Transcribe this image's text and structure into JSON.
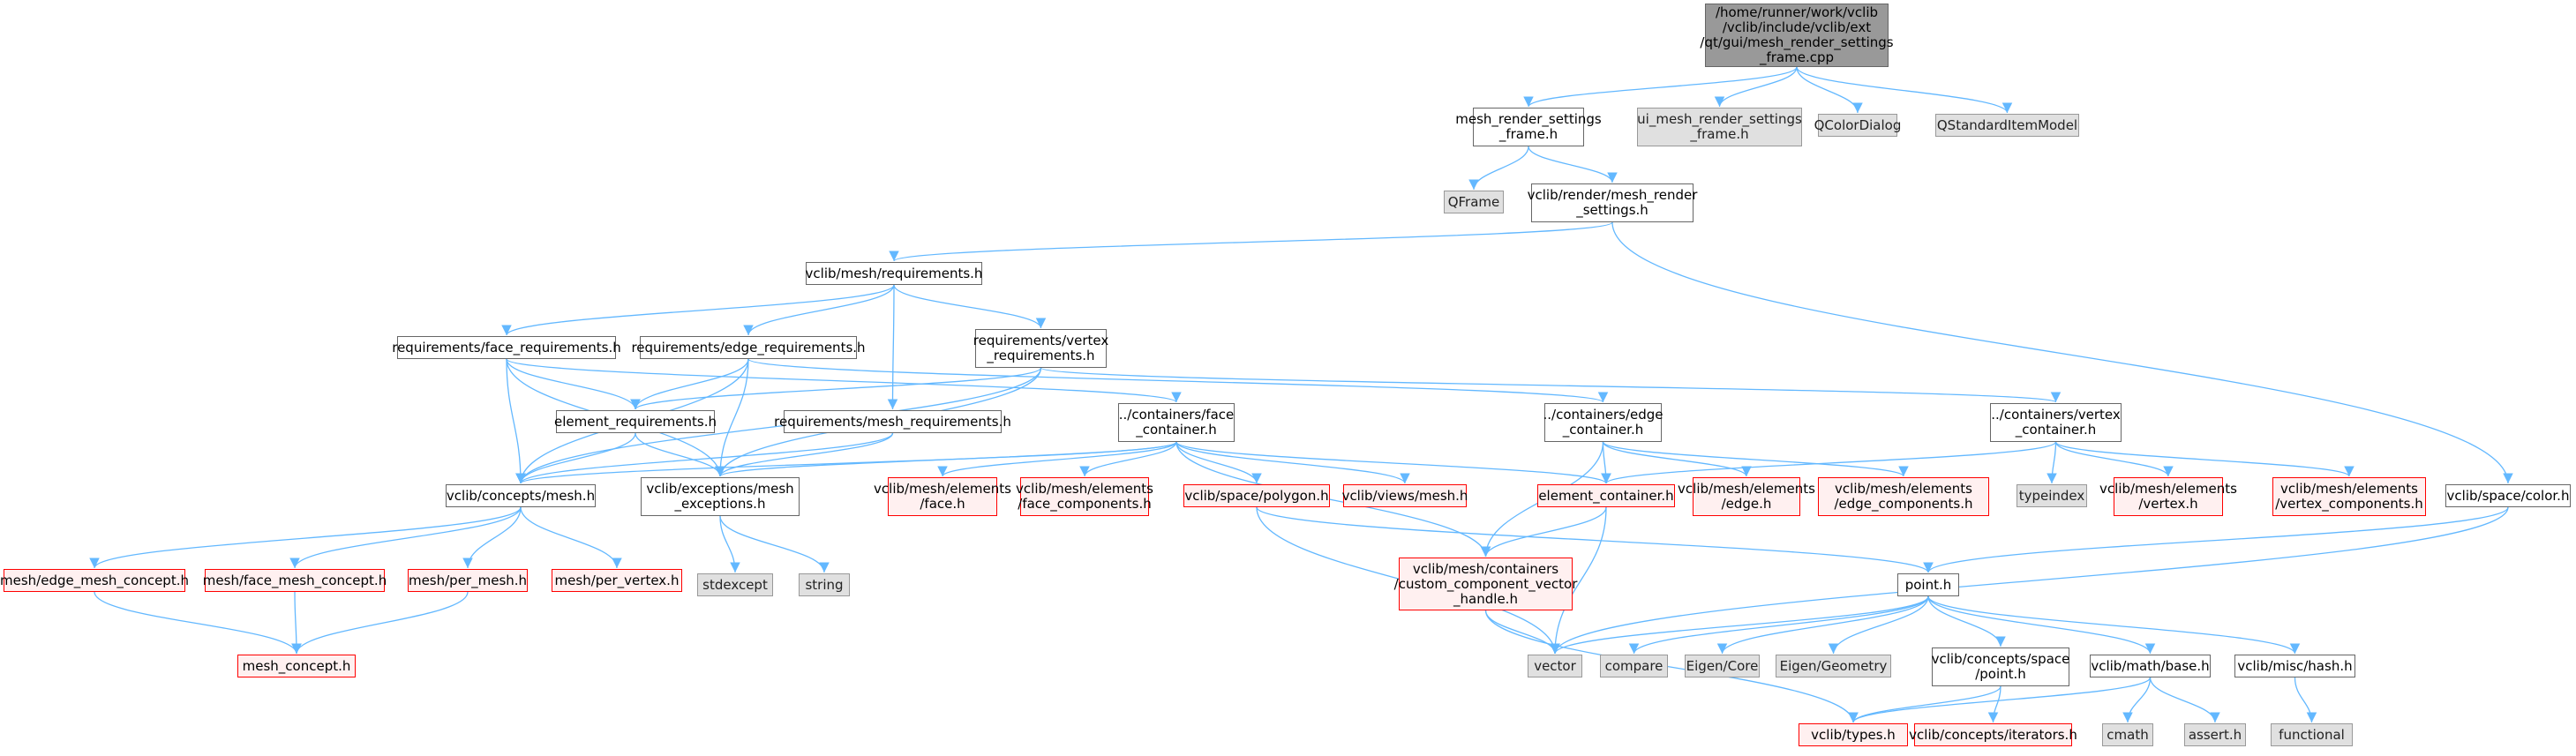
{
  "colors": {
    "edge": "#63b8ff",
    "root_fill": "#999999",
    "external_fill": "#e0e0e0",
    "undocumented_border": "#ff0000"
  },
  "nodes": {
    "root": {
      "lines": [
        "/home/runner/work/vclib",
        "/vclib/include/vclib/ext",
        "/qt/gui/mesh_render_settings",
        "_frame.cpp"
      ],
      "kind": "root"
    },
    "mrsf": {
      "lines": [
        "mesh_render_settings",
        "_frame.h"
      ],
      "kind": "normal"
    },
    "ui_mrsf": {
      "lines": [
        "ui_mesh_render_settings",
        "_frame.h"
      ],
      "kind": "ext"
    },
    "qcolordialog": {
      "lines": [
        "QColorDialog"
      ],
      "kind": "ext"
    },
    "qstandarditemmodel": {
      "lines": [
        "QStandardItemModel"
      ],
      "kind": "ext"
    },
    "qframe": {
      "lines": [
        "QFrame"
      ],
      "kind": "ext"
    },
    "render_mrs": {
      "lines": [
        "vclib/render/mesh_render",
        "_settings.h"
      ],
      "kind": "normal"
    },
    "mesh_req": {
      "lines": [
        "vclib/mesh/requirements.h"
      ],
      "kind": "normal"
    },
    "face_req": {
      "lines": [
        "requirements/face_requirements.h"
      ],
      "kind": "normal"
    },
    "edge_req": {
      "lines": [
        "requirements/edge_requirements.h"
      ],
      "kind": "normal"
    },
    "vertex_req": {
      "lines": [
        "requirements/vertex",
        "_requirements.h"
      ],
      "kind": "normal"
    },
    "elem_req": {
      "lines": [
        "element_requirements.h"
      ],
      "kind": "normal"
    },
    "meshreq_req": {
      "lines": [
        "requirements/mesh_requirements.h"
      ],
      "kind": "normal"
    },
    "face_container": {
      "lines": [
        "../containers/face",
        "_container.h"
      ],
      "kind": "normal"
    },
    "edge_container": {
      "lines": [
        "../containers/edge",
        "_container.h"
      ],
      "kind": "normal"
    },
    "vertex_container": {
      "lines": [
        "../containers/vertex",
        "_container.h"
      ],
      "kind": "normal"
    },
    "concepts_mesh": {
      "lines": [
        "vclib/concepts/mesh.h"
      ],
      "kind": "normal"
    },
    "exceptions": {
      "lines": [
        "vclib/exceptions/mesh",
        "_exceptions.h"
      ],
      "kind": "normal"
    },
    "elements_face": {
      "lines": [
        "vclib/mesh/elements",
        "/face.h"
      ],
      "kind": "red"
    },
    "elements_face_comp": {
      "lines": [
        "vclib/mesh/elements",
        "/face_components.h"
      ],
      "kind": "red"
    },
    "polygon": {
      "lines": [
        "vclib/space/polygon.h"
      ],
      "kind": "red"
    },
    "views_mesh": {
      "lines": [
        "vclib/views/mesh.h"
      ],
      "kind": "red"
    },
    "element_container": {
      "lines": [
        "element_container.h"
      ],
      "kind": "red"
    },
    "elements_edge": {
      "lines": [
        "vclib/mesh/elements",
        "/edge.h"
      ],
      "kind": "red"
    },
    "elements_edge_comp": {
      "lines": [
        "vclib/mesh/elements",
        "/edge_components.h"
      ],
      "kind": "red"
    },
    "typeindex": {
      "lines": [
        "typeindex"
      ],
      "kind": "ext"
    },
    "elements_vertex": {
      "lines": [
        "vclib/mesh/elements",
        "/vertex.h"
      ],
      "kind": "red"
    },
    "elements_vertex_comp": {
      "lines": [
        "vclib/mesh/elements",
        "/vertex_components.h"
      ],
      "kind": "red"
    },
    "space_color": {
      "lines": [
        "vclib/space/color.h"
      ],
      "kind": "normal"
    },
    "edge_mesh_concept": {
      "lines": [
        "mesh/edge_mesh_concept.h"
      ],
      "kind": "red"
    },
    "face_mesh_concept": {
      "lines": [
        "mesh/face_mesh_concept.h"
      ],
      "kind": "red"
    },
    "per_mesh": {
      "lines": [
        "mesh/per_mesh.h"
      ],
      "kind": "red"
    },
    "per_vertex": {
      "lines": [
        "mesh/per_vertex.h"
      ],
      "kind": "red"
    },
    "mesh_concept": {
      "lines": [
        "mesh_concept.h"
      ],
      "kind": "red"
    },
    "stdexcept": {
      "lines": [
        "stdexcept"
      ],
      "kind": "ext"
    },
    "string": {
      "lines": [
        "string"
      ],
      "kind": "ext"
    },
    "ccvh": {
      "lines": [
        "vclib/mesh/containers",
        "/custom_component_vector",
        "_handle.h"
      ],
      "kind": "red"
    },
    "point": {
      "lines": [
        "point.h"
      ],
      "kind": "normal"
    },
    "vector": {
      "lines": [
        "vector"
      ],
      "kind": "ext"
    },
    "compare": {
      "lines": [
        "compare"
      ],
      "kind": "ext"
    },
    "eigen_core": {
      "lines": [
        "Eigen/Core"
      ],
      "kind": "ext"
    },
    "eigen_geometry": {
      "lines": [
        "Eigen/Geometry"
      ],
      "kind": "ext"
    },
    "concepts_space_point": {
      "lines": [
        "vclib/concepts/space",
        "/point.h"
      ],
      "kind": "normal"
    },
    "math_base": {
      "lines": [
        "vclib/math/base.h"
      ],
      "kind": "normal"
    },
    "misc_hash": {
      "lines": [
        "vclib/misc/hash.h"
      ],
      "kind": "normal"
    },
    "types": {
      "lines": [
        "vclib/types.h"
      ],
      "kind": "red"
    },
    "iterators": {
      "lines": [
        "vclib/concepts/iterators.h"
      ],
      "kind": "red"
    },
    "cmath": {
      "lines": [
        "cmath"
      ],
      "kind": "ext"
    },
    "assert": {
      "lines": [
        "assert.h"
      ],
      "kind": "ext"
    },
    "functional": {
      "lines": [
        "functional"
      ],
      "kind": "ext"
    }
  },
  "edges": [
    [
      "root",
      "mrsf"
    ],
    [
      "root",
      "ui_mrsf"
    ],
    [
      "root",
      "qcolordialog"
    ],
    [
      "root",
      "qstandarditemmodel"
    ],
    [
      "mrsf",
      "qframe"
    ],
    [
      "mrsf",
      "render_mrs"
    ],
    [
      "render_mrs",
      "mesh_req"
    ],
    [
      "render_mrs",
      "space_color"
    ],
    [
      "mesh_req",
      "face_req"
    ],
    [
      "mesh_req",
      "edge_req"
    ],
    [
      "mesh_req",
      "vertex_req"
    ],
    [
      "mesh_req",
      "meshreq_req"
    ],
    [
      "face_req",
      "elem_req"
    ],
    [
      "face_req",
      "concepts_mesh"
    ],
    [
      "face_req",
      "exceptions"
    ],
    [
      "face_req",
      "face_container"
    ],
    [
      "edge_req",
      "elem_req"
    ],
    [
      "edge_req",
      "concepts_mesh"
    ],
    [
      "edge_req",
      "exceptions"
    ],
    [
      "edge_req",
      "edge_container"
    ],
    [
      "vertex_req",
      "elem_req"
    ],
    [
      "vertex_req",
      "concepts_mesh"
    ],
    [
      "vertex_req",
      "exceptions"
    ],
    [
      "vertex_req",
      "vertex_container"
    ],
    [
      "elem_req",
      "concepts_mesh"
    ],
    [
      "elem_req",
      "exceptions"
    ],
    [
      "meshreq_req",
      "concepts_mesh"
    ],
    [
      "meshreq_req",
      "exceptions"
    ],
    [
      "face_container",
      "concepts_mesh"
    ],
    [
      "face_container",
      "exceptions"
    ],
    [
      "face_container",
      "elements_face"
    ],
    [
      "face_container",
      "elements_face_comp"
    ],
    [
      "face_container",
      "polygon"
    ],
    [
      "face_container",
      "views_mesh"
    ],
    [
      "face_container",
      "element_container"
    ],
    [
      "face_container",
      "ccvh"
    ],
    [
      "edge_container",
      "element_container"
    ],
    [
      "edge_container",
      "elements_edge"
    ],
    [
      "edge_container",
      "elements_edge_comp"
    ],
    [
      "edge_container",
      "ccvh"
    ],
    [
      "vertex_container",
      "element_container"
    ],
    [
      "vertex_container",
      "typeindex"
    ],
    [
      "vertex_container",
      "elements_vertex"
    ],
    [
      "vertex_container",
      "elements_vertex_comp"
    ],
    [
      "element_container",
      "ccvh"
    ],
    [
      "element_container",
      "vector"
    ],
    [
      "polygon",
      "point"
    ],
    [
      "polygon",
      "vector"
    ],
    [
      "space_color",
      "point"
    ],
    [
      "space_color",
      "vector"
    ],
    [
      "concepts_mesh",
      "edge_mesh_concept"
    ],
    [
      "concepts_mesh",
      "face_mesh_concept"
    ],
    [
      "concepts_mesh",
      "per_mesh"
    ],
    [
      "concepts_mesh",
      "per_vertex"
    ],
    [
      "edge_mesh_concept",
      "mesh_concept"
    ],
    [
      "face_mesh_concept",
      "mesh_concept"
    ],
    [
      "per_mesh",
      "mesh_concept"
    ],
    [
      "exceptions",
      "stdexcept"
    ],
    [
      "exceptions",
      "string"
    ],
    [
      "ccvh",
      "vector"
    ],
    [
      "ccvh",
      "types"
    ],
    [
      "point",
      "vector"
    ],
    [
      "point",
      "compare"
    ],
    [
      "point",
      "eigen_core"
    ],
    [
      "point",
      "eigen_geometry"
    ],
    [
      "point",
      "concepts_space_point"
    ],
    [
      "point",
      "math_base"
    ],
    [
      "point",
      "misc_hash"
    ],
    [
      "concepts_space_point",
      "types"
    ],
    [
      "concepts_space_point",
      "iterators"
    ],
    [
      "math_base",
      "types"
    ],
    [
      "math_base",
      "cmath"
    ],
    [
      "math_base",
      "assert"
    ],
    [
      "misc_hash",
      "functional"
    ]
  ]
}
